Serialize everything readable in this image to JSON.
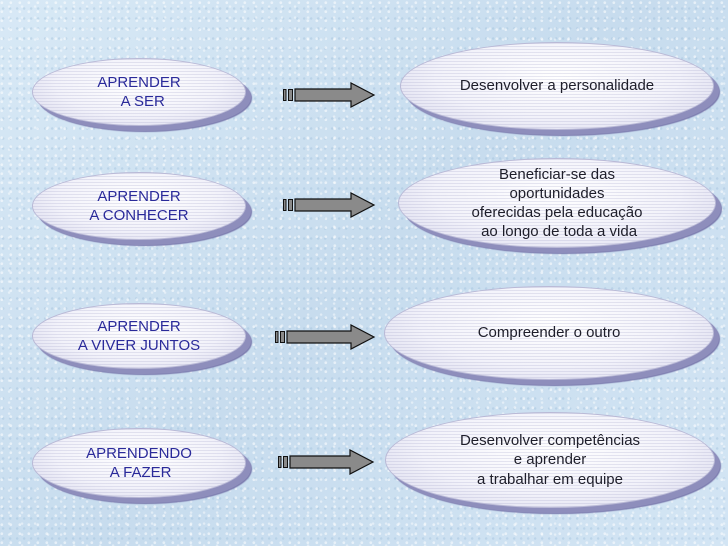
{
  "rows": [
    {
      "left_text": "APRENDER\n  A SER",
      "right_text": "Desenvolver a personalidade"
    },
    {
      "left_text": "APRENDER\nA CONHECER",
      "right_text": "Beneficiar-se das\noportunidades\noferecidas pela educação\n ao longo de toda a vida"
    },
    {
      "left_text": "APRENDER\nA VIVER JUNTOS",
      "right_text": "Compreender o outro"
    },
    {
      "left_text": "APRENDENDO\n A FAZER",
      "right_text": "Desenvolver competências\ne aprender\na trabalhar em equipe"
    }
  ],
  "colors": {
    "left_text": "#2a2a9a",
    "right_text": "#1e1e2a",
    "oval_fill": "#eeeef8",
    "oval_shadow": "#8e8ebc",
    "arrow_fill": "#8a8a8a",
    "arrow_stroke": "#111111"
  },
  "icons": {
    "connector": "striped-block-arrow"
  }
}
